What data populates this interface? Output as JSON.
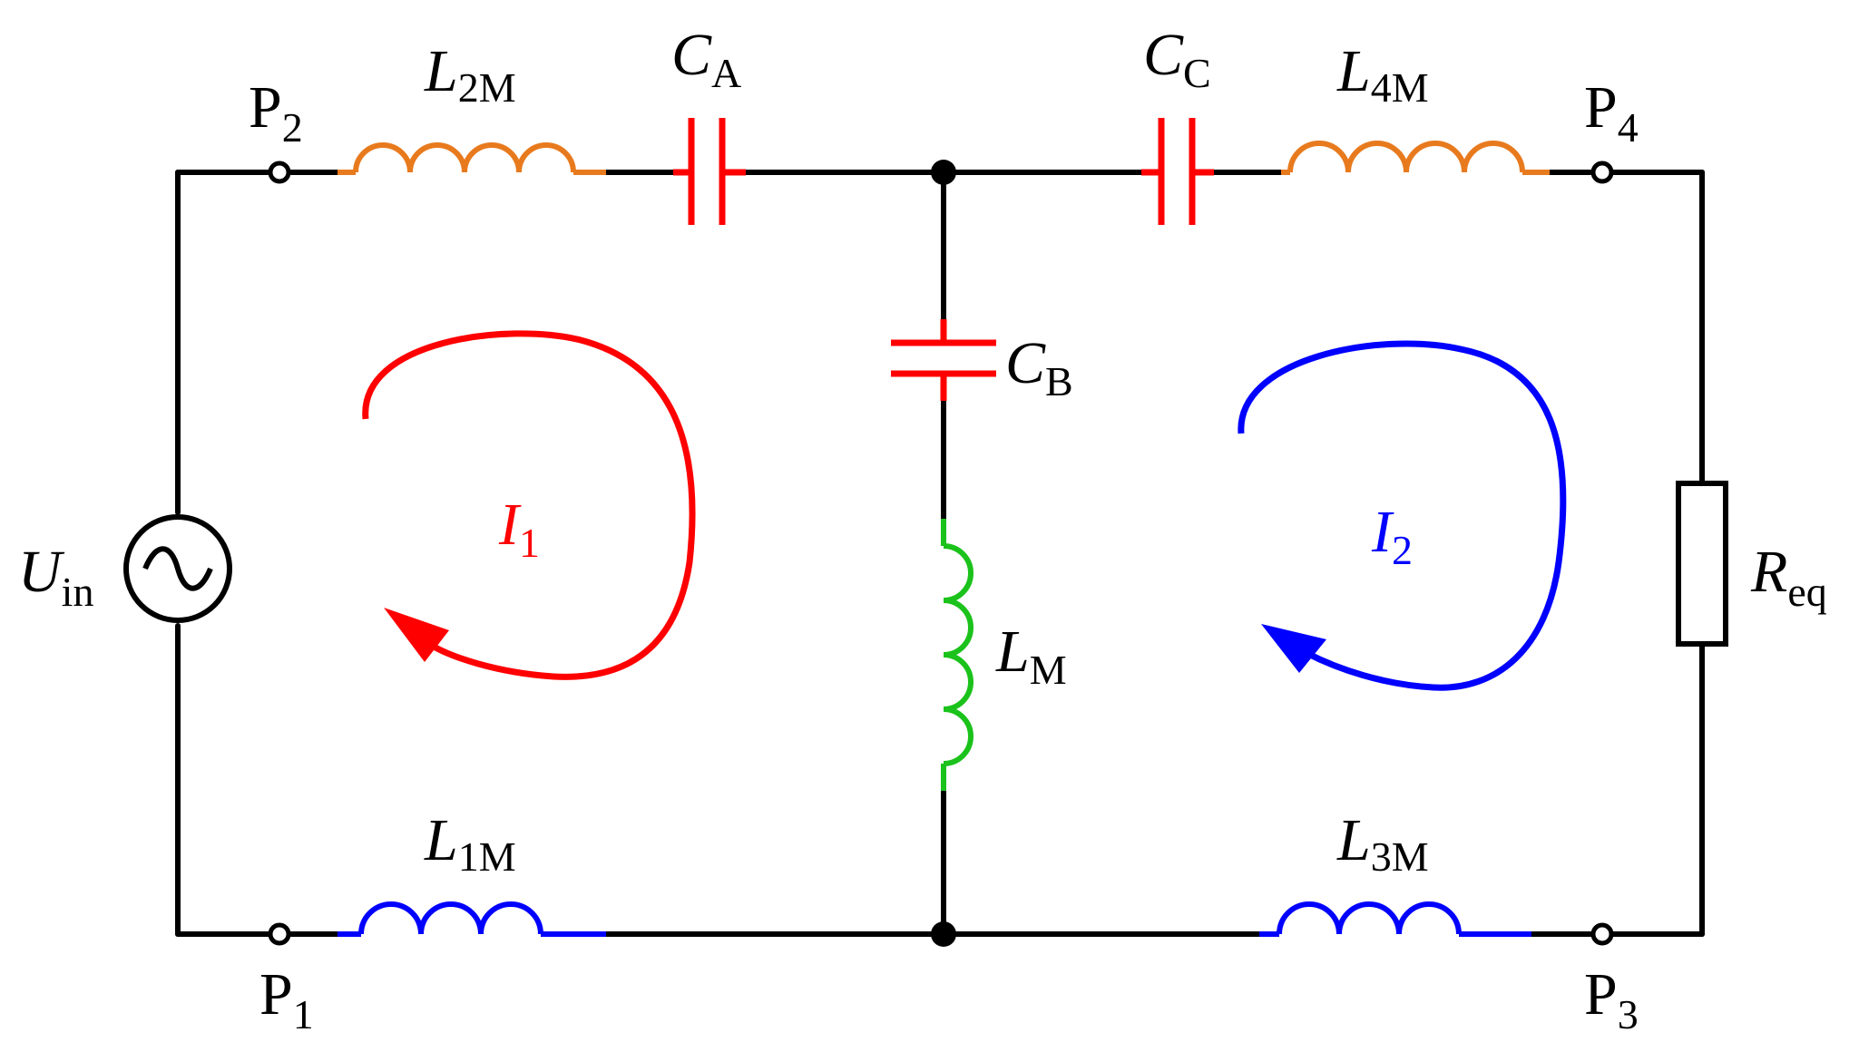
{
  "labels": {
    "L2M": {
      "main": "L",
      "sub": "2M"
    },
    "CA": {
      "main": "C",
      "sub": "A"
    },
    "CC": {
      "main": "C",
      "sub": "C"
    },
    "L4M": {
      "main": "L",
      "sub": "4M"
    },
    "P1": {
      "main": "P",
      "sub": "1"
    },
    "P2": {
      "main": "P",
      "sub": "2"
    },
    "P3": {
      "main": "P",
      "sub": "3"
    },
    "P4": {
      "main": "P",
      "sub": "4"
    },
    "CB": {
      "main": "C",
      "sub": "B"
    },
    "LM": {
      "main": "L",
      "sub": "M"
    },
    "L1M": {
      "main": "L",
      "sub": "1M"
    },
    "L3M": {
      "main": "L",
      "sub": "3M"
    },
    "Uin": {
      "main": "U",
      "sub": "in"
    },
    "Req": {
      "main": "R",
      "sub": "eq"
    },
    "I1": {
      "main": "I",
      "sub": "1"
    },
    "I2": {
      "main": "I",
      "sub": "2"
    }
  },
  "colors": {
    "wire": "#000000",
    "orange_inductor": "#E87A1E",
    "capacitor": "#FF0000",
    "green_inductor": "#1BC21B",
    "blue_inductor": "#0000FF",
    "loop_I1": "#FF0000",
    "loop_I2": "#0000FF"
  }
}
